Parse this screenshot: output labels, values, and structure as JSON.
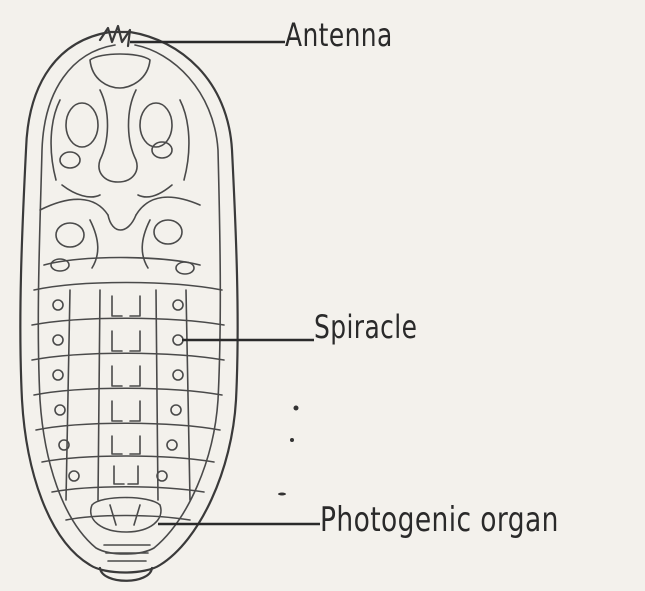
{
  "labels": {
    "antenna": "Antenna",
    "spiracle": "Spiracle",
    "photogenic": "Photogenic  organ"
  },
  "colors": {
    "background": "#f3f1ec",
    "ink": "#3a3a3a"
  }
}
